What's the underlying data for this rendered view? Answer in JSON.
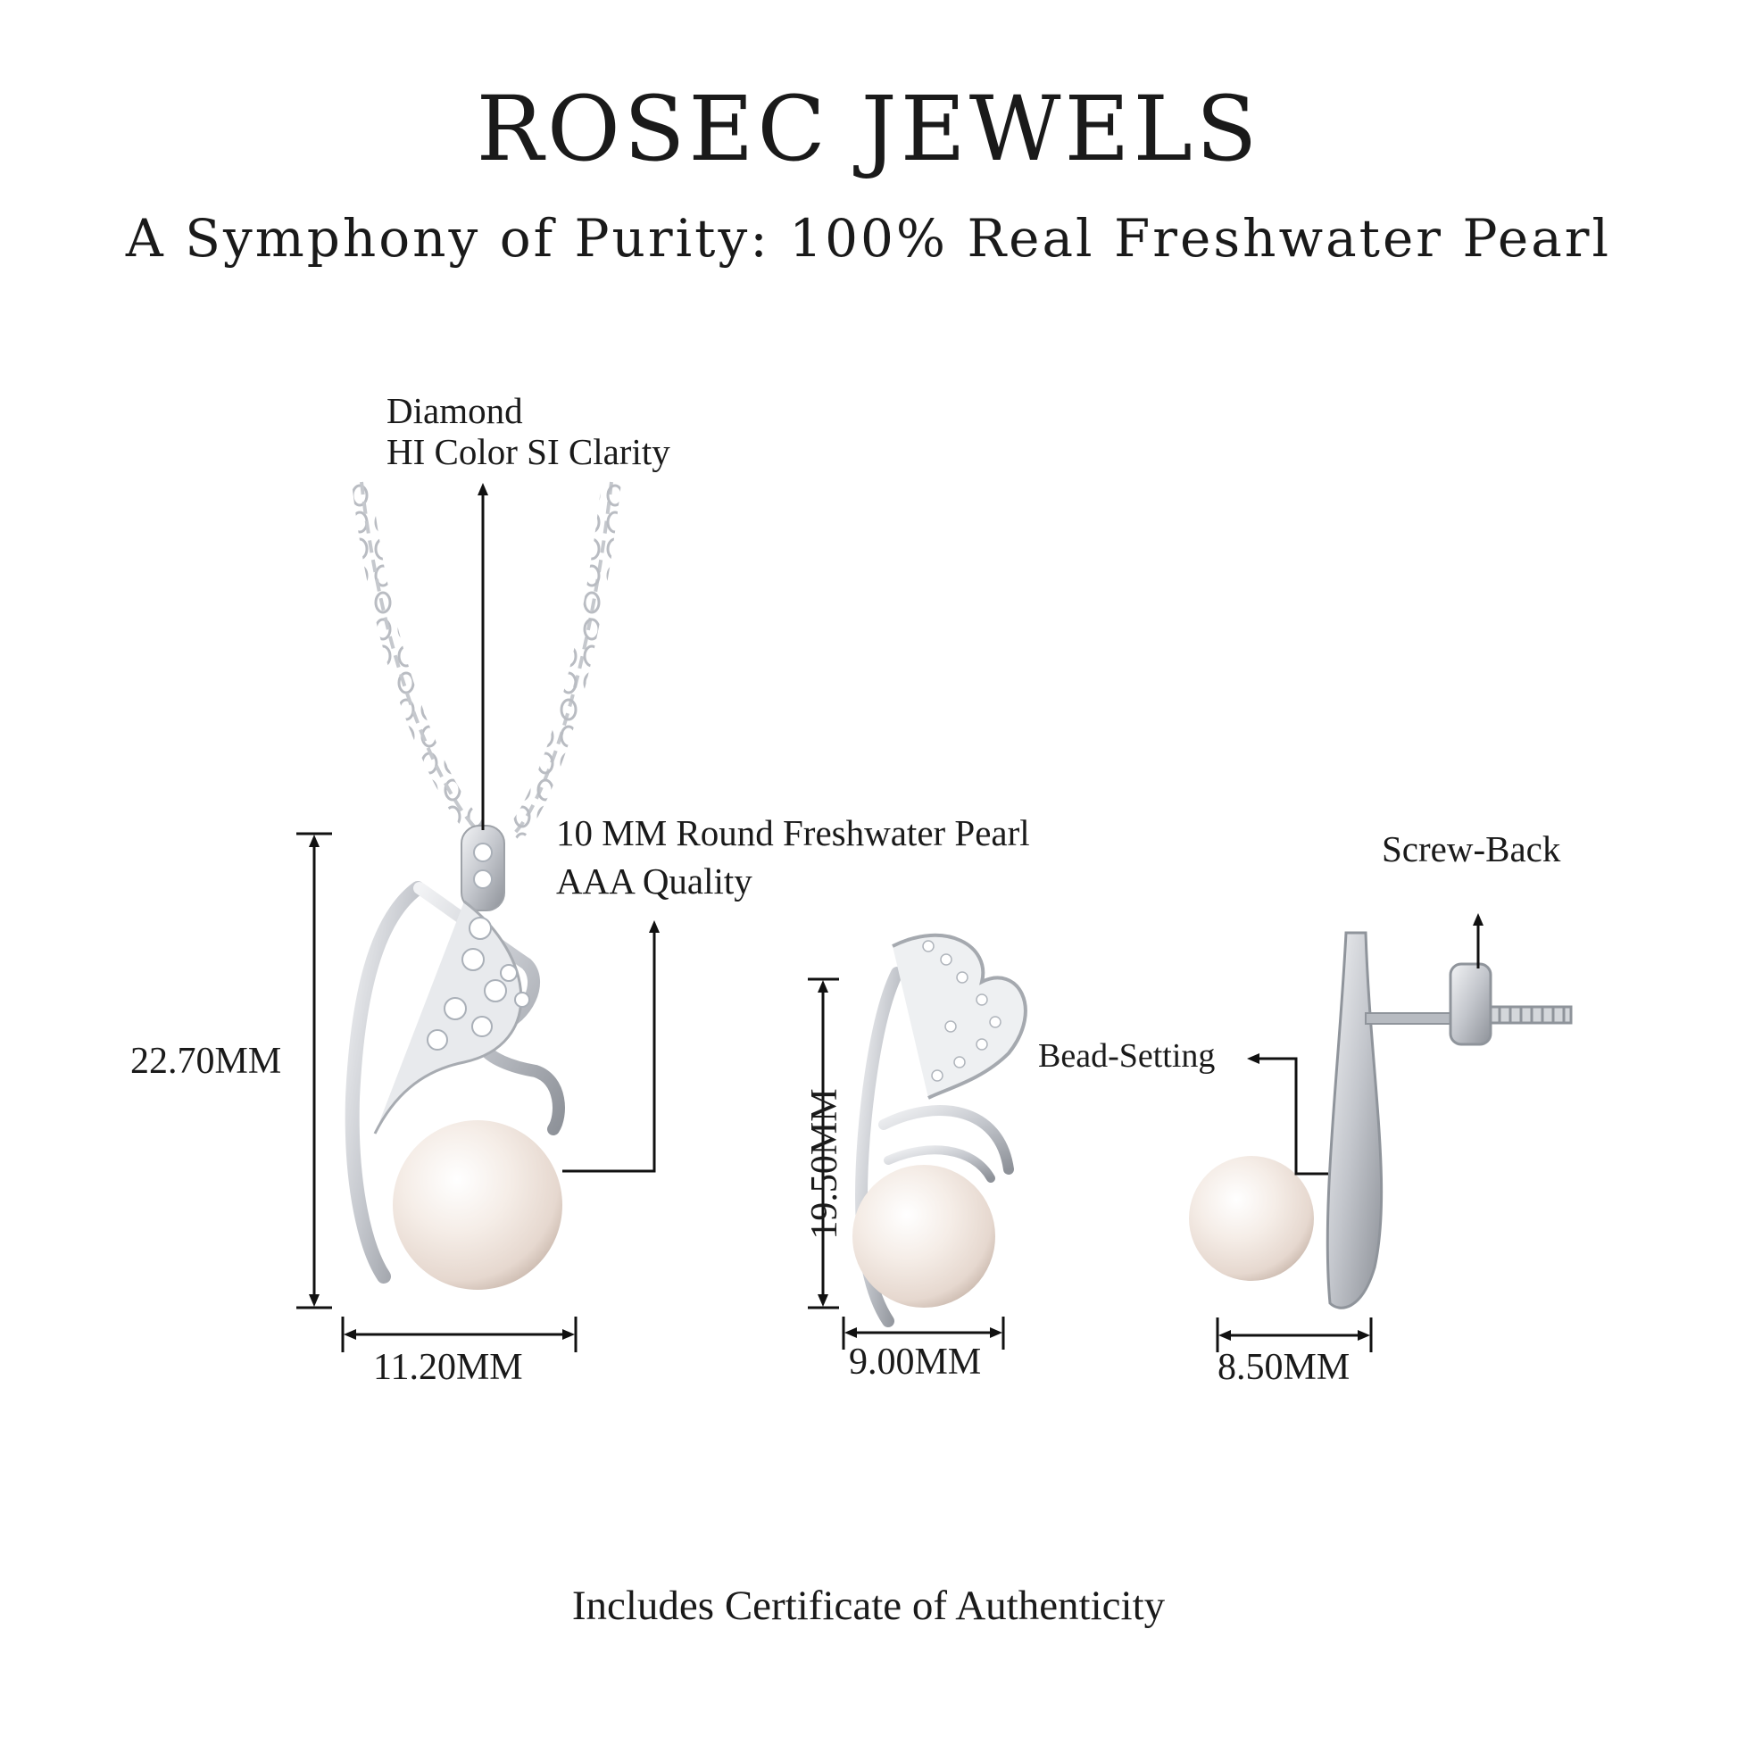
{
  "header": {
    "brand": "ROSEC JEWELS",
    "tagline": "A Symphony of Purity: 100% Real Freshwater Pearl"
  },
  "pendant": {
    "diamond_label": "Diamond",
    "diamond_spec": "HI Color SI Clarity",
    "pearl_label": "10 MM Round Freshwater Pearl",
    "pearl_quality": "AAA Quality",
    "height": "22.70MM",
    "width": "11.20MM"
  },
  "earring_front": {
    "height": "19.50MM",
    "width": "9.00MM"
  },
  "earring_side": {
    "back_label": "Screw-Back",
    "setting_label": "Bead-Setting",
    "width": "8.50MM"
  },
  "footer": {
    "note": "Includes Certificate of Authenticity"
  },
  "colors": {
    "metal": "#c9ccd1",
    "pearl": "#f4ece6",
    "line": "#111111"
  }
}
